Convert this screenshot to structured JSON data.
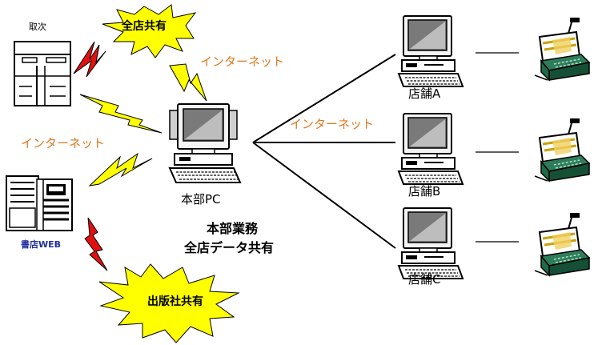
{
  "labels": {
    "torii": "取次",
    "shoten_web": "書店WEB",
    "honbu_pc": "本部PC",
    "honbu_gyomu": "本部業務",
    "zenten_data": "全店データ共有",
    "internet_top": "インターネット",
    "internet_left": "インターネット",
    "internet_right": "インターネット",
    "burst_top": "全店共有",
    "burst_bottom": "出版社共有",
    "store_a": "店舗A",
    "store_b": "店舗B",
    "store_c": "店舗C"
  },
  "colors": {
    "internet_text": "#e0781e",
    "burst_fill": "#ffff00",
    "bolt_yellow": "#ffff00",
    "bolt_red": "#e01010",
    "web_text": "#1c2c9c",
    "screen_fill": "#7a7a7a",
    "register_green": "#2e7d5a"
  },
  "icons": [
    "building-icon",
    "server-icon",
    "computer-icon",
    "cash-register-icon",
    "lightning-icon",
    "starburst"
  ]
}
